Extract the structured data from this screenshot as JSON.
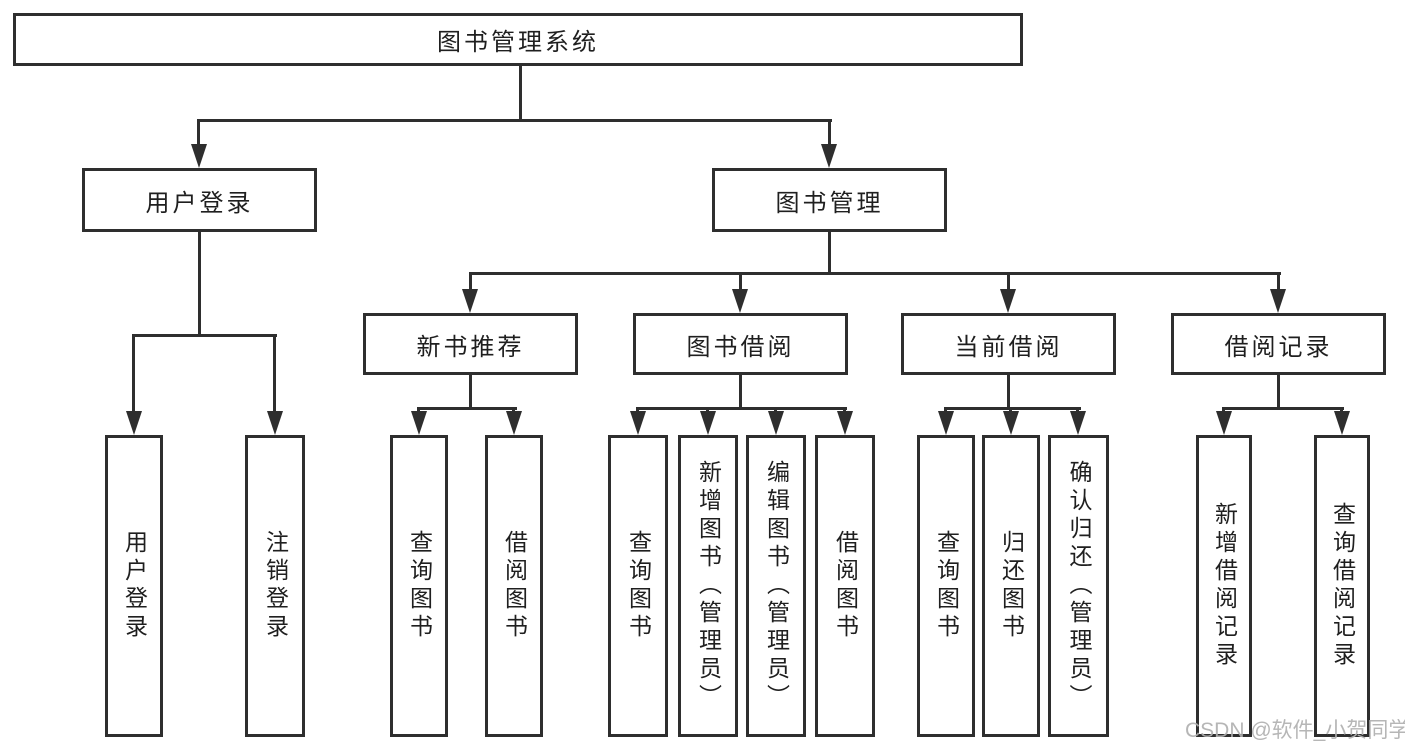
{
  "tree": {
    "label": "图书管理系统",
    "children": [
      {
        "label": "用户登录",
        "children": [
          {
            "label": "用户登录"
          },
          {
            "label": "注销登录"
          }
        ]
      },
      {
        "label": "图书管理",
        "children": [
          {
            "label": "新书推荐",
            "children": [
              {
                "label": "查询图书"
              },
              {
                "label": "借阅图书"
              }
            ]
          },
          {
            "label": "图书借阅",
            "children": [
              {
                "label": "查询图书"
              },
              {
                "label": "新增图书（管理员）"
              },
              {
                "label": "编辑图书（管理员）"
              },
              {
                "label": "借阅图书"
              }
            ]
          },
          {
            "label": "当前借阅",
            "children": [
              {
                "label": "查询图书"
              },
              {
                "label": "归还图书"
              },
              {
                "label": "确认归还（管理员）"
              }
            ]
          },
          {
            "label": "借阅记录",
            "children": [
              {
                "label": "新增借阅记录"
              },
              {
                "label": "查询借阅记录"
              }
            ]
          }
        ]
      }
    ]
  },
  "watermark": {
    "text": "CSDN @软件_小贺同学"
  },
  "colors": {
    "line": "#2e2e2e",
    "text": "#1f1f1f",
    "background": "#ffffff",
    "watermark": "#b0b0b0"
  }
}
